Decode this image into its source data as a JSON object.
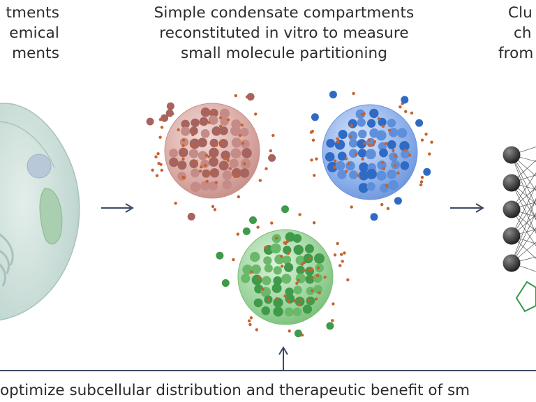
{
  "captions": {
    "left": [
      "tments",
      "emical",
      "ments"
    ],
    "center": [
      "Simple condensate compartments",
      "reconstituted in vitro to measure",
      "small molecule partitioning"
    ],
    "right": [
      "Clu",
      "ch",
      "from"
    ],
    "bottom": "optimize subcellular distribution and therapeutic benefit of sm"
  },
  "colors": {
    "red_condensate": "#d9a8a2",
    "blue_condensate": "#7fa4e6",
    "green_condensate": "#8fcc8f",
    "small_molecule": "#c8612f",
    "cell": "#b9d3cc",
    "network_node": "#3a3a3a",
    "arrow": "#3b4b66",
    "pentagon": "#2e9a4a"
  },
  "icons": [
    "cell-illustration",
    "red-condensate",
    "blue-condensate",
    "green-condensate",
    "neural-network",
    "pentagon-molecule",
    "right-arrow",
    "up-arrow"
  ]
}
